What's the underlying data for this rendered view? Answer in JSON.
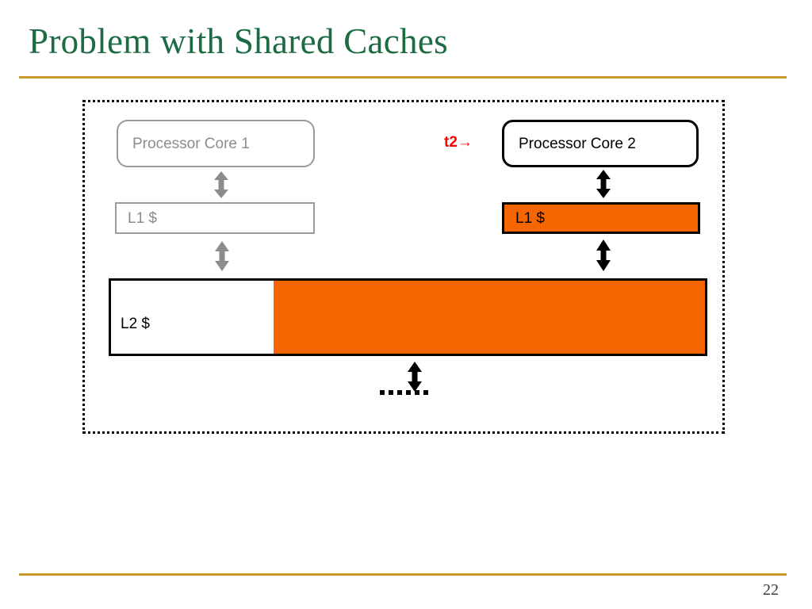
{
  "slide": {
    "title": "Problem with Shared Caches",
    "page_number": "22",
    "title_color": "#1c6b43",
    "rule_color": "#c8972e"
  },
  "diagram": {
    "accent_color": "#f56600",
    "inactive_color": "#8c8c8c",
    "marker": {
      "label": "t2→",
      "color": "#ff0000"
    },
    "cores": [
      {
        "name": "core-1",
        "label": "Processor Core 1",
        "state": "inactive"
      },
      {
        "name": "core-2",
        "label": "Processor Core 2",
        "state": "active"
      }
    ],
    "l1_caches": [
      {
        "name": "l1-left",
        "label": "L1 $",
        "state": "inactive"
      },
      {
        "name": "l1-right",
        "label": "L1 $",
        "state": "active"
      }
    ],
    "l2_cache": {
      "label": "L2 $",
      "state": "partially-active"
    },
    "arrows": [
      {
        "name": "core1-to-l1",
        "style": "double-headed-vertical",
        "color": "#8c8c8c"
      },
      {
        "name": "l1-to-l2-left",
        "style": "double-headed-vertical",
        "color": "#8c8c8c"
      },
      {
        "name": "core2-to-l1",
        "style": "double-headed-vertical",
        "color": "#000000"
      },
      {
        "name": "l1-to-l2-right",
        "style": "double-headed-vertical",
        "color": "#000000"
      },
      {
        "name": "l2-to-memory",
        "style": "double-headed-vertical",
        "color": "#000000"
      }
    ],
    "ellipsis": "......"
  }
}
